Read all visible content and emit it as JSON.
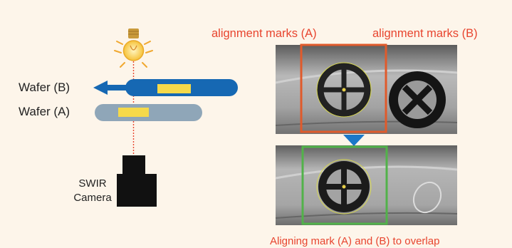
{
  "labels": {
    "wafer_b": "Wafer (B)",
    "wafer_a": "Wafer (A)",
    "camera_line1": "SWIR",
    "camera_line2": "Camera",
    "marks_a": "alignment marks (A)",
    "marks_b": "alignment marks (B)",
    "caption": "Aligning mark (A) and (B) to overlap"
  },
  "icons": {
    "light": "light-bulb-icon",
    "arrow": "left-arrow-icon",
    "step": "down-triangle-icon"
  },
  "colors": {
    "background": "#fdf5ea",
    "wafer_b": "#1668b3",
    "wafer_a": "#8fa6b8",
    "mark_pad": "#f5d94a",
    "beam": "#e8452f",
    "bulb": "#f6c23a",
    "label_red": "#e8452f",
    "box_a": "#e05a2b",
    "box_overlap": "#52b24a",
    "transition_arrow": "#1c78c8",
    "camera": "#111111"
  }
}
